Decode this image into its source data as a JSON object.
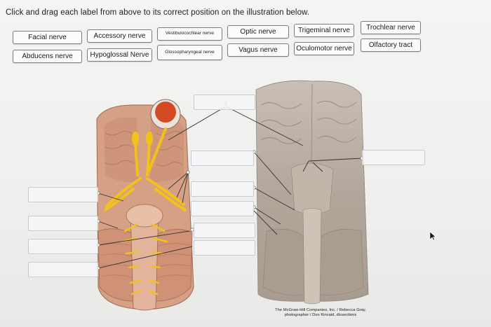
{
  "instruction": "Click and drag each label from above to its correct position on the illustration below.",
  "labels": [
    {
      "text": "Facial nerve"
    },
    {
      "text": "Accessory nerve"
    },
    {
      "text": "Vestibulocochlear nerve"
    },
    {
      "text": "Optic nerve"
    },
    {
      "text": "Trigeminal nerve"
    },
    {
      "text": "Trochlear nerve"
    },
    {
      "text": "Abducens nerve"
    },
    {
      "text": "Hypoglossal Nerve"
    },
    {
      "text": "Glossopharyngeal nerve"
    },
    {
      "text": "Vagus nerve"
    },
    {
      "text": "Oculomotor nerve"
    },
    {
      "text": "Olfactory tract"
    }
  ],
  "credit": {
    "line1": "The McGraw-Hill Companies, Inc. / Rebecca Gray,",
    "line2": "photographer / Don Kincaid, dissections"
  },
  "icons": {
    "cursor": "arrow-cursor-icon"
  },
  "colors": {
    "nerve_yellow": "#f2c21b",
    "tissue_pink": "#d9a58b",
    "specimen": "#b7aa9e"
  }
}
